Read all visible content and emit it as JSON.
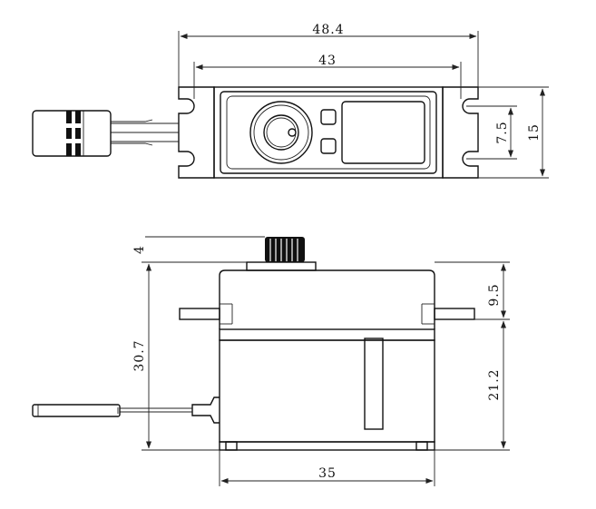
{
  "top_view": {
    "dims": {
      "overall_width": "48.4",
      "mount_spacing": "43",
      "hole_spacing": "7.5",
      "overall_depth": "15"
    }
  },
  "side_view": {
    "dims": {
      "spline_height": "4",
      "upper_height": "9.5",
      "total_height": "30.7",
      "lower_height": "21.2",
      "case_length": "35"
    }
  }
}
